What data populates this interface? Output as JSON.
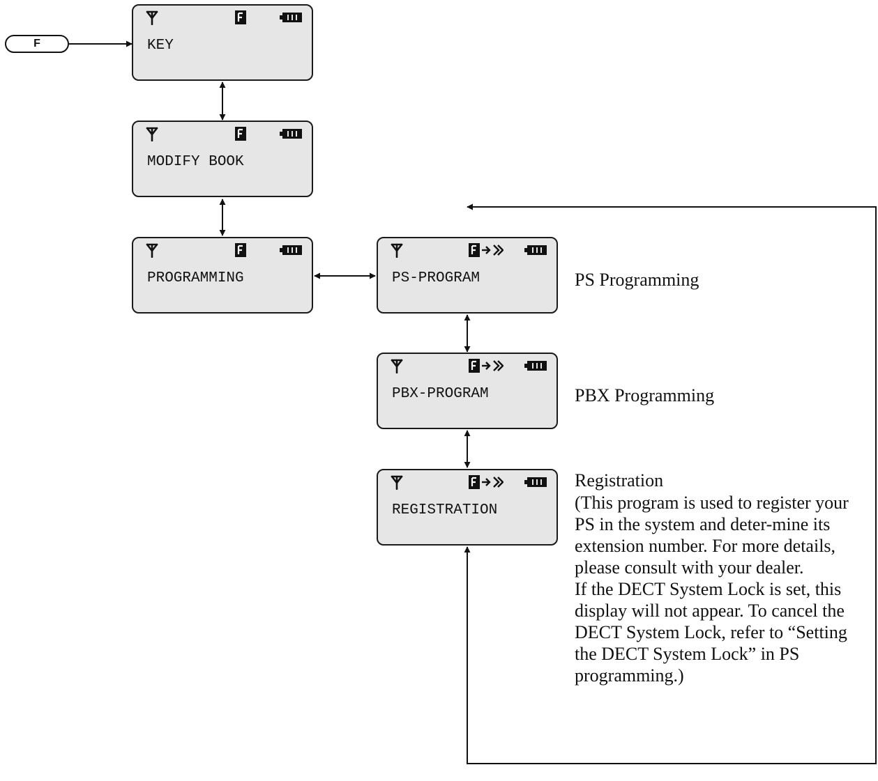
{
  "function_button": {
    "label": "F"
  },
  "screens": {
    "key": {
      "text": "KEY"
    },
    "modify_book": {
      "text": "MODIFY BOOK"
    },
    "programming": {
      "text": "PROGRAMMING"
    },
    "ps_program": {
      "text": "PS-PROGRAM"
    },
    "pbx_program": {
      "text": "PBX-PROGRAM"
    },
    "registration": {
      "text": "REGISTRATION"
    }
  },
  "icons": {
    "status_bar": [
      "antenna-icon",
      "function-icon",
      "battery-icon"
    ],
    "program_status_bar": [
      "antenna-icon",
      "function-enter-icon",
      "battery-icon"
    ]
  },
  "notes": {
    "ps_programming": "PS Programming",
    "pbx_programming": "PBX Programming",
    "registration_title": "Registration",
    "registration_description": "(This program is used to register your PS in the system and deter-mine its extension number.  For more details, please consult with your dealer.",
    "system_lock_note": "If the DECT System Lock is set, this display will not appear.  To cancel the DECT System Lock, refer to “Setting the DECT System Lock” in PS programming.)"
  }
}
